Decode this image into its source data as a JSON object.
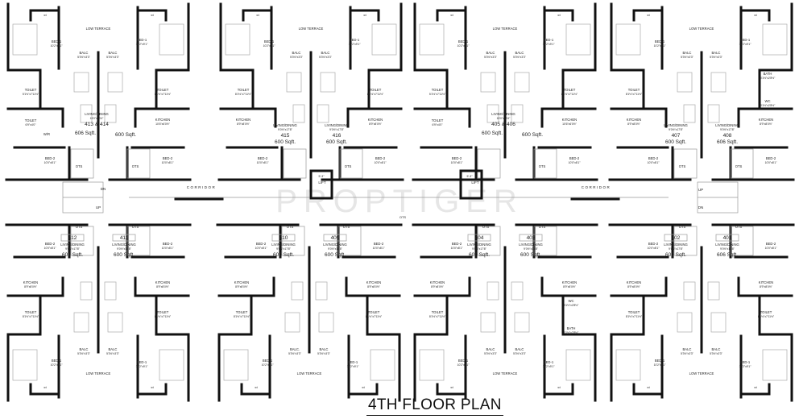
{
  "title": "4TH FLOOR PLAN",
  "watermark": "PROPTIGER",
  "common": {
    "corridor": "CORRIDOR",
    "lift": "LIFT",
    "lift_dim": "5'-3\"",
    "stairs_up": "UP",
    "stairs_down": "DN",
    "ots": "OTS",
    "wt": "wt"
  },
  "pairs": [
    {
      "row": "top",
      "labels": [
        {
          "role": "terrace",
          "text": "LOW TERRACE"
        },
        {
          "role": "bed1L",
          "text": "BED-1",
          "dim": "10'2\"x9'1\""
        },
        {
          "role": "bed1R",
          "text": "BED-1",
          "dim": "10'2\"x9'1\""
        },
        {
          "role": "balcL",
          "text": "BALC",
          "dim": "5'3½\"x3'3\""
        },
        {
          "role": "balcR",
          "text": "BALC",
          "dim": "5'3½\"x3'3\""
        },
        {
          "role": "toiletL",
          "text": "TOILET",
          "dim": "5'1½\"x7'11½\""
        },
        {
          "role": "toilet2",
          "text": "TOILET",
          "dim": "6'9\"x4'0\""
        },
        {
          "role": "wr",
          "text": "W/R"
        },
        {
          "role": "toiletR",
          "text": "TOILET",
          "dim": "8'1½\"x7'11½\""
        },
        {
          "role": "kitchenR",
          "text": "KITCHEN",
          "dim": "10'6\"x6'0½\""
        },
        {
          "role": "bed2L",
          "text": "BED-2",
          "dim": "10'0\"x8'1\""
        },
        {
          "role": "bed2R",
          "text": "BED-2",
          "dim": "10'0\"x8'1\""
        },
        {
          "role": "otsL",
          "text": "OTS"
        },
        {
          "role": "otsR",
          "text": "OTS"
        }
      ],
      "living": {
        "mode": "shared",
        "text": "LIVING/DINING",
        "dim": "15'0\"x18'4\"",
        "unit": "413 & 414",
        "sqftL": "606 Sqft.",
        "sqftR": "600 Sqft."
      }
    },
    {
      "row": "top",
      "labels": [
        {
          "role": "terrace",
          "text": "LOW TERRACE"
        },
        {
          "role": "bed1L",
          "text": "BED-1",
          "dim": "10'2\"x9'1\""
        },
        {
          "role": "bed1R",
          "text": "BED-1",
          "dim": "10'2\"x9'1\""
        },
        {
          "role": "balcL",
          "text": "BALC",
          "dim": "5'3½\"x3'3\""
        },
        {
          "role": "balcR",
          "text": "BALC",
          "dim": "5'3½\"x3'3\""
        },
        {
          "role": "toiletL",
          "text": "TOILET",
          "dim": "8'1½\"x7'11½\""
        },
        {
          "role": "toiletR",
          "text": "TOILET",
          "dim": "8'1½\"x7'11½\""
        },
        {
          "role": "kitchenL",
          "text": "KITCHEN",
          "dim": "8'9\"x8'0½\""
        },
        {
          "role": "kitchenR",
          "text": "KITCHEN",
          "dim": "8'9\"x8'0½\""
        },
        {
          "role": "bed2L",
          "text": "BED-2",
          "dim": "10'0\"x8'1\""
        },
        {
          "role": "bed2R",
          "text": "BED-2",
          "dim": "10'0\"x8'1\""
        },
        {
          "role": "otsR",
          "text": "OTS"
        }
      ],
      "living": {
        "mode": "split",
        "text": "LIVING/DINING",
        "dim": "9'0½\"x17'8\"",
        "unitL": "415",
        "unitR": "416",
        "sqftL": "600 Sqft.",
        "sqftR": "600 Sqft."
      }
    },
    {
      "row": "top",
      "labels": [
        {
          "role": "terrace",
          "text": "LOW TERRACE"
        },
        {
          "role": "bed1L",
          "text": "BED-1",
          "dim": "10'2\"x9'1\""
        },
        {
          "role": "bed1R",
          "text": "BED-1",
          "dim": "10'2\"x9'1\""
        },
        {
          "role": "balcL",
          "text": "BALC",
          "dim": "5'3½\"x3'3\""
        },
        {
          "role": "balcR",
          "text": "BALC",
          "dim": "5'3½\"x3'3\""
        },
        {
          "role": "toiletL",
          "text": "TOILET",
          "dim": "5'1½\"x7'11½\""
        },
        {
          "role": "toilet2",
          "text": "TOILET",
          "dim": "6'9\"x4'0\""
        },
        {
          "role": "toiletR",
          "text": "TOILET",
          "dim": "8'1½\"x7'11½\""
        },
        {
          "role": "kitchenR",
          "text": "KITCHEN",
          "dim": "10'6\"x6'0½\""
        },
        {
          "role": "bed2L",
          "text": "BED-2",
          "dim": "10'0\"x8'1\""
        },
        {
          "role": "bed2R",
          "text": "BED-2",
          "dim": "10'0\"x8'1\""
        },
        {
          "role": "otsR",
          "text": "OTS"
        }
      ],
      "living": {
        "mode": "shared",
        "text": "LIVING/DINING",
        "dim": "15'0\"x18'4\"",
        "unit": "405 & 406",
        "sqftL": "600 Sqft.",
        "sqftR": "600 Sqft."
      }
    },
    {
      "row": "top",
      "labels": [
        {
          "role": "terrace",
          "text": "LOW TERRACE"
        },
        {
          "role": "bed1L",
          "text": "BED-1",
          "dim": "10'2\"x9'1\""
        },
        {
          "role": "bed1R",
          "text": "BED-1",
          "dim": "10'2\"x9'1\""
        },
        {
          "role": "balcL",
          "text": "BALC",
          "dim": "5'3½\"x3'3\""
        },
        {
          "role": "balcR",
          "text": "BALC",
          "dim": "5'3½\"x3'3\""
        },
        {
          "role": "toiletL",
          "text": "TOILET",
          "dim": "8'1½\"x7'11½\""
        },
        {
          "role": "bath",
          "text": "BATH",
          "dim": "5'1½\"x2'8½\""
        },
        {
          "role": "wc",
          "text": "WC",
          "dim": "3'1½\"x2'8½\""
        },
        {
          "role": "kitchenL",
          "text": "KITCHEN",
          "dim": "8'9\"x8'0½\""
        },
        {
          "role": "kitchenR",
          "text": "KITCHEN",
          "dim": "8'9\"x8'0½\""
        },
        {
          "role": "bed2L",
          "text": "BED-2",
          "dim": "10'0\"x8'1\""
        },
        {
          "role": "bed2R",
          "text": "BED-2",
          "dim": "10'0\"x8'1\""
        },
        {
          "role": "otsL",
          "text": "OTS"
        },
        {
          "role": "otsR",
          "text": "OTS"
        }
      ],
      "living": {
        "mode": "split",
        "text": "LIVING/DINING",
        "dim": "9'0½\"x17'8\"",
        "unitL": "407",
        "unitR": "408",
        "sqftL": "600 Sqft.",
        "sqftR": "606 Sqft."
      }
    },
    {
      "row": "bottom",
      "labels": [
        {
          "role": "terrace",
          "text": "LOW TERRACE"
        },
        {
          "role": "bed1L",
          "text": "BED-1",
          "dim": "10'2\"x9'1\""
        },
        {
          "role": "bed1R",
          "text": "BED-1",
          "dim": "10'2\"x9'1\""
        },
        {
          "role": "balcL",
          "text": "BALC",
          "dim": "5'3½\"x3'3\""
        },
        {
          "role": "balcR",
          "text": "BALC",
          "dim": "5'3½\"x3'3\""
        },
        {
          "role": "toiletL",
          "text": "TOILET",
          "dim": "8'1½\"x7'11½\""
        },
        {
          "role": "toiletR",
          "text": "TOILET",
          "dim": "8'1½\"x7'11½\""
        },
        {
          "role": "kitchenL",
          "text": "KITCHEN",
          "dim": "8'9\"x8'0½\""
        },
        {
          "role": "kitchenR",
          "text": "KITCHEN",
          "dim": "8'9\"x8'0½\""
        },
        {
          "role": "bed2L",
          "text": "BED-2",
          "dim": "10'0\"x8'1\""
        },
        {
          "role": "bed2R",
          "text": "BED-2",
          "dim": "10'0\"x8'1\""
        },
        {
          "role": "otsL",
          "text": "OTS"
        },
        {
          "role": "otsR",
          "text": "OTS"
        }
      ],
      "living": {
        "mode": "split",
        "text": "LIVING/DINING",
        "dim": "9'0½\"x17'8\"",
        "unitL": "412",
        "unitR": "411",
        "sqftL": "606 Sqft.",
        "sqftR": "600 Sqft."
      }
    },
    {
      "row": "bottom",
      "labels": [
        {
          "role": "terrace",
          "text": "LOW TERRACE"
        },
        {
          "role": "bed1L",
          "text": "BED-1",
          "dim": "10'2\"x9'1\""
        },
        {
          "role": "bed1R",
          "text": "BED-1",
          "dim": "10'2\"x9'1\""
        },
        {
          "role": "balcL",
          "text": "BALC.",
          "dim": "5'3½\"x3'3\""
        },
        {
          "role": "balcR",
          "text": "BALC",
          "dim": "5'3½\"x3'3\""
        },
        {
          "role": "toiletL",
          "text": "TOILET",
          "dim": "8'1½\"x7'11½\""
        },
        {
          "role": "toiletR",
          "text": "TOILET",
          "dim": "8'1½\"x7'11½\""
        },
        {
          "role": "kitchenL",
          "text": "KITCHEN",
          "dim": "8'9\"x8'0½\""
        },
        {
          "role": "kitchenR",
          "text": "KITCHEN",
          "dim": "8'9\"x8'0½\""
        },
        {
          "role": "bed2L",
          "text": "BED-2",
          "dim": "10'0\"x8'1\""
        },
        {
          "role": "bed2R",
          "text": "BED-2",
          "dim": "10'0\"x8'1\""
        },
        {
          "role": "otsL",
          "text": "OTS"
        },
        {
          "role": "otsR",
          "text": "OTS"
        }
      ],
      "living": {
        "mode": "split",
        "text": "LIVING/DINING",
        "dim": "9'0½\"x17'8\"",
        "unitL": "410",
        "unitR": "409",
        "sqftL": "600 Sqft.",
        "sqftR": "600 Sqft."
      }
    },
    {
      "row": "bottom",
      "labels": [
        {
          "role": "terrace",
          "text": "LOW TERRACE"
        },
        {
          "role": "bed1L",
          "text": "BED-1",
          "dim": "10'2\"x9'1\""
        },
        {
          "role": "bed1R",
          "text": "BED-1",
          "dim": "10'2\"x9'1\""
        },
        {
          "role": "balcL",
          "text": "BALC",
          "dim": "5'3½\"x3'3\""
        },
        {
          "role": "balcR",
          "text": "BALC",
          "dim": "5'3½\"x3'3\""
        },
        {
          "role": "toiletL",
          "text": "TOILET",
          "dim": "8'1½\"x7'11½\""
        },
        {
          "role": "wc",
          "text": "WC",
          "dim": "3'1½\"x2'8½\""
        },
        {
          "role": "bath",
          "text": "BATH",
          "dim": "5'1½\"x2'8½\""
        },
        {
          "role": "kitchenL",
          "text": "KITCHEN",
          "dim": "8'9\"x8'0½\""
        },
        {
          "role": "kitchenR",
          "text": "KITCHEN",
          "dim": "8'9\"x8'0½\""
        },
        {
          "role": "bed2L",
          "text": "BED-2",
          "dim": "10'0\"x8'1\""
        },
        {
          "role": "otsL",
          "text": "OTS"
        },
        {
          "role": "otsR",
          "text": "OTS"
        }
      ],
      "living": {
        "mode": "split",
        "text": "LIVING/DINING",
        "dim": "9'0½\"x17'8\"",
        "unitL": "404",
        "unitR": "403",
        "sqftL": "600 Sqft.",
        "sqftR": "600 Sqft."
      }
    },
    {
      "row": "bottom",
      "labels": [
        {
          "role": "terrace",
          "text": "LOW TERRACE"
        },
        {
          "role": "bed1L",
          "text": "BED-1",
          "dim": "10'2\"x9'1\""
        },
        {
          "role": "bed1R",
          "text": "BED-1",
          "dim": "10'2\"x9'1\""
        },
        {
          "role": "balcL",
          "text": "BALC",
          "dim": "5'3½\"x3'3\""
        },
        {
          "role": "balcR",
          "text": "BALC",
          "dim": "5'3½\"x3'3\""
        },
        {
          "role": "toiletL",
          "text": "TOILET",
          "dim": "8'1½\"x7'11½\""
        },
        {
          "role": "toiletR",
          "text": "TOILET",
          "dim": "8'1½\"x7'11½\""
        },
        {
          "role": "kitchenL",
          "text": "KITCHEN",
          "dim": "8'9\"x8'0½\""
        },
        {
          "role": "kitchenR",
          "text": "KITCHEN",
          "dim": "8'9\"x8'0½\""
        },
        {
          "role": "bed2L",
          "text": "BED-2",
          "dim": "10'0\"x8'1\""
        },
        {
          "role": "bed2R",
          "text": "BED-2",
          "dim": "10'0\"x8'1\""
        },
        {
          "role": "otsL",
          "text": "OTS"
        },
        {
          "role": "otsR",
          "text": "OTS"
        }
      ],
      "living": {
        "mode": "split",
        "text": "LIVING/DINING",
        "dim": "9'0½\"x17'8\"",
        "unitL": "402",
        "unitR": "401",
        "sqftL": "600 Sqft.",
        "sqftR": "606 Sqft."
      }
    }
  ]
}
